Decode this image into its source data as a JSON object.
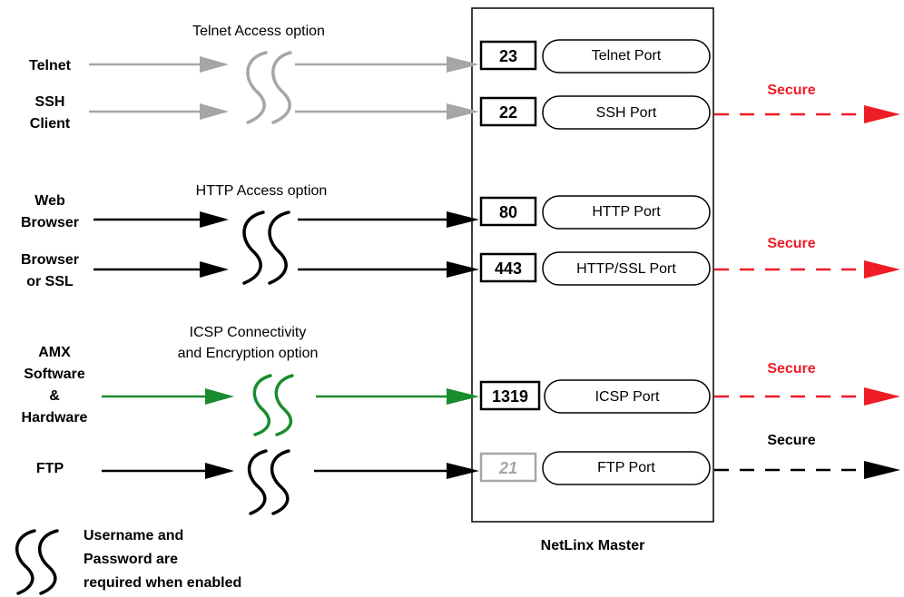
{
  "options": {
    "telnet": "Telnet Access option",
    "http": "HTTP Access option",
    "icsp_line1": "ICSP Connectivity",
    "icsp_line2": "and Encryption option"
  },
  "clients": {
    "telnet": "Telnet",
    "ssh_line1": "SSH",
    "ssh_line2": "Client",
    "web_line1": "Web",
    "web_line2": "Browser",
    "ssl_line1": "Browser",
    "ssl_line2": "or SSL",
    "amx_line1": "AMX",
    "amx_line2": "Software",
    "amx_line3": "&",
    "amx_line4": "Hardware",
    "ftp": "FTP"
  },
  "ports": [
    {
      "number": "23",
      "name": "Telnet Port"
    },
    {
      "number": "22",
      "name": "SSH Port"
    },
    {
      "number": "80",
      "name": "HTTP Port"
    },
    {
      "number": "443",
      "name": "HTTP/SSL Port"
    },
    {
      "number": "1319",
      "name": "ICSP Port"
    },
    {
      "number": "21",
      "name": "FTP Port"
    }
  ],
  "secure_labels": [
    "Secure",
    "Secure",
    "Secure",
    "Secure"
  ],
  "master_label": "NetLinx Master",
  "legend": {
    "line1": "Username and",
    "line2": "Password are",
    "line3": "required when enabled"
  },
  "colors": {
    "gray": "#a6a6a6",
    "black": "#000000",
    "green": "#1a8c2e",
    "red": "#ee1c24"
  }
}
